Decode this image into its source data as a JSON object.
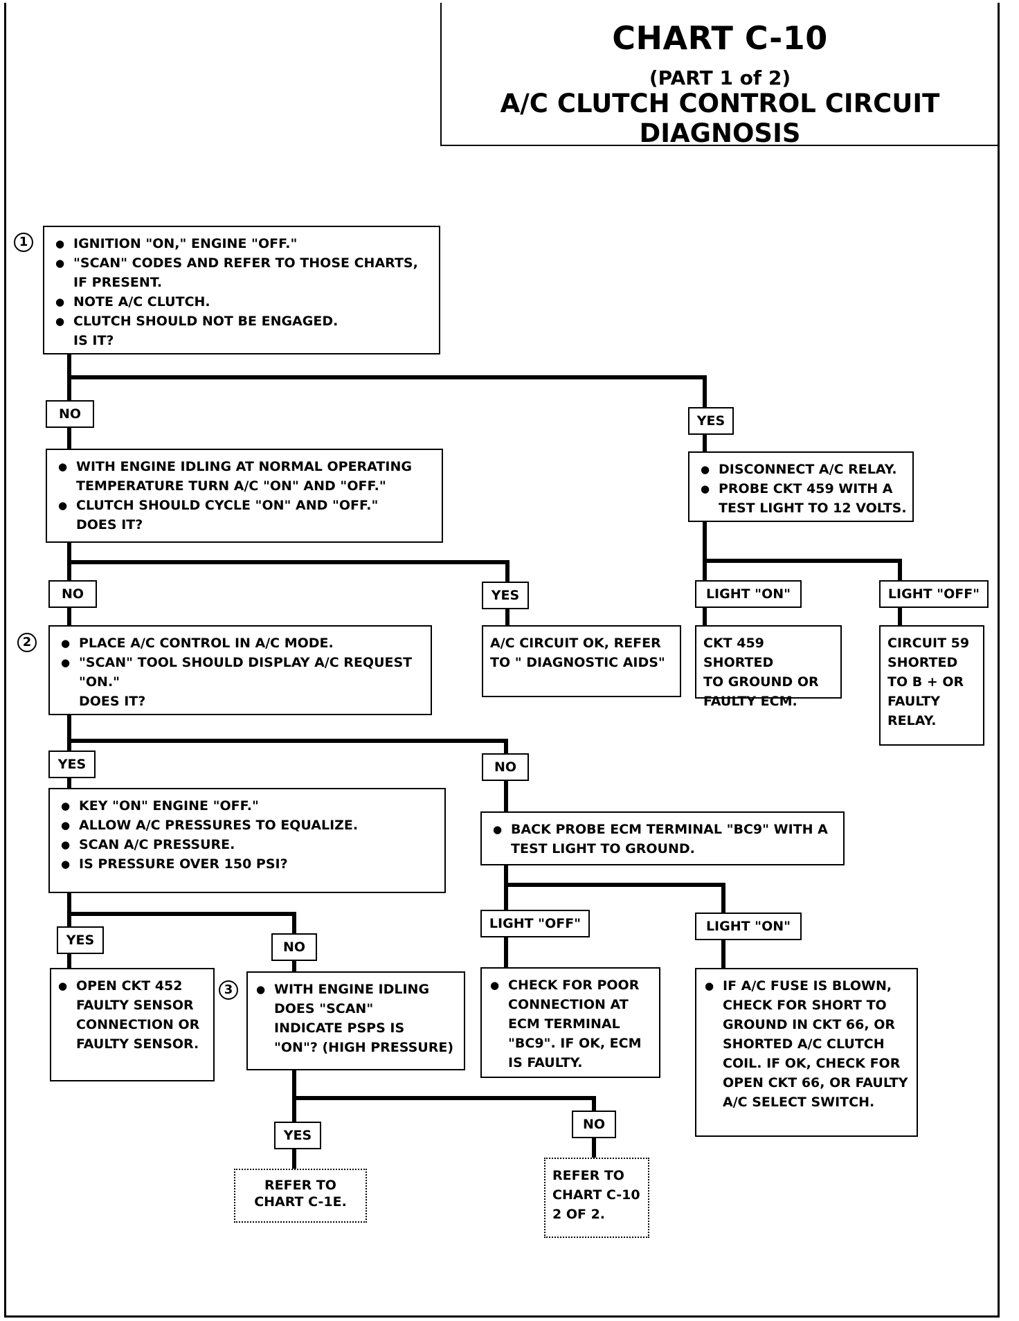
{
  "title": {
    "main": "CHART C-10",
    "part": "(PART 1 of 2)",
    "subtitle": "A/C CLUTCH CONTROL CIRCUIT DIAGNOSIS"
  },
  "step_markers": [
    "1",
    "2",
    "3"
  ],
  "boxes": {
    "b1": {
      "bullets": [
        "IGNITION \"ON,\" ENGINE \"OFF.\"",
        "\"SCAN\" CODES AND REFER TO THOSE CHARTS,\nIF PRESENT.",
        "NOTE A/C CLUTCH.",
        "CLUTCH SHOULD NOT BE ENGAGED."
      ],
      "question": "IS IT?"
    },
    "b2": {
      "bullets": [
        "WITH ENGINE IDLING AT NORMAL OPERATING\nTEMPERATURE TURN A/C \"ON\" AND \"OFF.\"",
        "CLUTCH SHOULD CYCLE \"ON\" AND \"OFF.\""
      ],
      "question": "DOES IT?"
    },
    "b3": {
      "bullets": [
        "DISCONNECT A/C RELAY.",
        "PROBE CKT 459 WITH A\nTEST LIGHT TO 12  VOLTS."
      ]
    },
    "b4": {
      "bullets": [
        "PLACE A/C CONTROL IN A/C MODE.",
        "\"SCAN\" TOOL SHOULD DISPLAY A/C REQUEST\n\"ON.\""
      ],
      "question": "DOES IT?"
    },
    "b5": {
      "text": "A/C CIRCUIT OK, REFER\nTO  \" DIAGNOSTIC AIDS\""
    },
    "b6": {
      "text": "CKT 459 SHORTED\nTO GROUND OR\nFAULTY ECM."
    },
    "b7": {
      "text": "CIRCUIT 59\nSHORTED\nTO B +  OR\nFAULTY\nRELAY."
    },
    "b8": {
      "bullets": [
        "KEY \"ON\" ENGINE \"OFF.\"",
        "ALLOW A/C PRESSURES TO EQUALIZE.",
        "SCAN A/C PRESSURE.",
        "IS PRESSURE OVER 150 PSI?"
      ]
    },
    "b9": {
      "bullets": [
        "BACK PROBE ECM TERMINAL \"BC9\" WITH A\nTEST LIGHT TO GROUND."
      ]
    },
    "b10": {
      "bullets": [
        "OPEN CKT 452\nFAULTY SENSOR\nCONNECTION OR\nFAULTY SENSOR."
      ]
    },
    "b11": {
      "bullets": [
        "WITH ENGINE IDLING\nDOES  \"SCAN\"\nINDICATE PSPS IS\n\"ON\"? (HIGH PRESSURE)"
      ]
    },
    "b12": {
      "bullets": [
        "CHECK FOR POOR\nCONNECTION AT\nECM TERMINAL\n\"BC9\".  IF OK, ECM\nIS FAULTY."
      ]
    },
    "b13": {
      "bullets": [
        "IF A/C FUSE IS BLOWN,\nCHECK FOR SHORT TO\nGROUND IN CKT 66, OR\nSHORTED A/C CLUTCH\nCOIL.  IF OK, CHECK FOR\nOPEN CKT 66, OR FAULTY\nA/C SELECT SWITCH."
      ]
    },
    "b14": {
      "text": "REFER TO\nCHART C-1E."
    },
    "b15": {
      "text": "REFER TO\nCHART C-10\n2 OF 2."
    }
  },
  "labels": {
    "l1": "NO",
    "l2": "YES",
    "l3": "NO",
    "l4": "YES",
    "l5": "LIGHT \"ON\"",
    "l6": "LIGHT \"OFF\"",
    "l7": "YES",
    "l8": "NO",
    "l9": "YES",
    "l10": "NO",
    "l11": "LIGHT \"OFF\"",
    "l12": "LIGHT \"ON\"",
    "l13": "YES",
    "l14": "NO"
  }
}
